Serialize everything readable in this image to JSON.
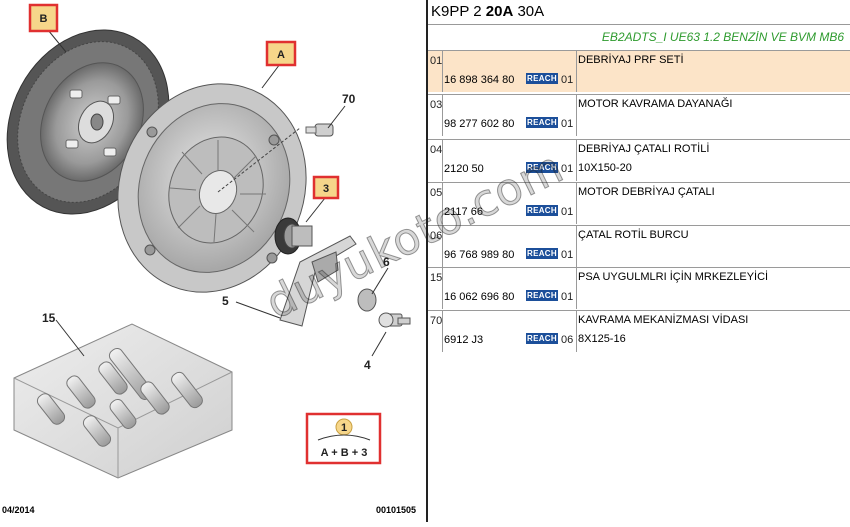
{
  "header": {
    "code_prefix": "K9PP 2 ",
    "code_bold": "20A",
    "code_suffix": " 30A",
    "engine": "EB2ADTS_I UE63 1.2 BENZİN VE BVM MB6"
  },
  "reach_label": "REACH",
  "parts": [
    {
      "pos": "01",
      "ref": "16 898 364 80",
      "qty": "01",
      "desc": "DEBRİYAJ PRF SETİ",
      "spec": "",
      "highlighted": true
    },
    {
      "pos": "03",
      "ref": "98 277 602 80",
      "qty": "01",
      "desc": "MOTOR KAVRAMA DAYANAĞI",
      "spec": "",
      "highlighted": false
    },
    {
      "pos": "04",
      "ref": "2120 50",
      "qty": "01",
      "desc": "DEBRİYAJ ÇATALI ROTİLİ",
      "spec": "10X150-20",
      "highlighted": false
    },
    {
      "pos": "05",
      "ref": "2117 66",
      "qty": "01",
      "desc": "MOTOR DEBRİYAJ ÇATALI",
      "spec": "",
      "highlighted": false
    },
    {
      "pos": "06",
      "ref": "96 768 989 80",
      "qty": "01",
      "desc": "ÇATAL ROTİL BURCU",
      "spec": "",
      "highlighted": false
    },
    {
      "pos": "15",
      "ref": "16 062 696 80",
      "qty": "01",
      "desc": "PSA UYGULMLRI İÇİN MRKEZLEYİCİ",
      "spec": "",
      "highlighted": false
    },
    {
      "pos": "70",
      "ref": "6912 J3",
      "qty": "06",
      "desc": "KAVRAMA MEKANİZMASI VİDASI",
      "spec": "8X125-16",
      "highlighted": false
    }
  ],
  "diagram": {
    "labels": {
      "B": "B",
      "A": "A",
      "n3": "3",
      "n70": "70",
      "n6": "6",
      "n5": "5",
      "n4": "4",
      "n15": "15",
      "n1": "1"
    },
    "formula": "A + B + 3",
    "footer_date": "04/2014",
    "footer_number": "00101505"
  },
  "watermark": "duyukoto.com",
  "colors": {
    "callout_border": "#e03030",
    "callout_fill": "#f6d68a",
    "reach": "#1c4f9a",
    "engine_text": "#2e9b2e",
    "highlight_row": "#fce4c8"
  }
}
